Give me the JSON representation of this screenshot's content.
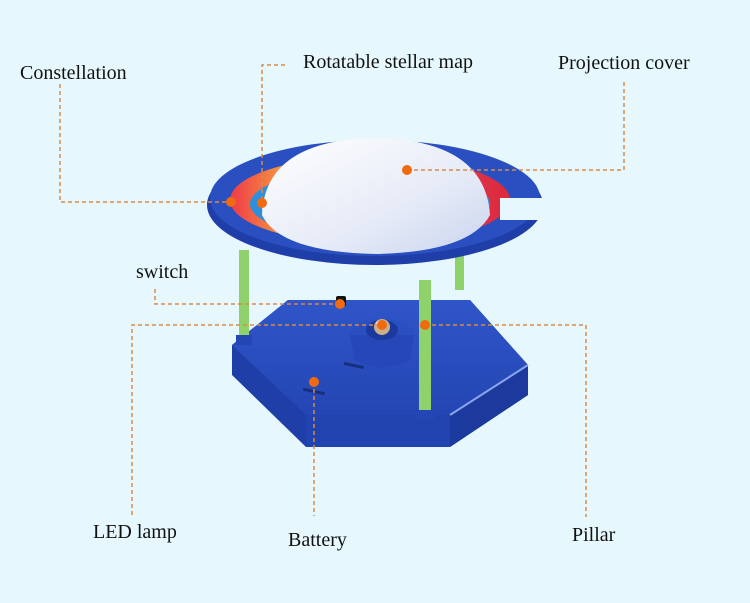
{
  "diagram": {
    "subject": "Star projector toy",
    "colors": {
      "background": "#e6f8fd",
      "leader_line": "#d98a4a",
      "dot": "#f26a10",
      "body_blue": "#2a4fc0",
      "pillar_green": "#8fd16a",
      "dome_white": "#eef2fb"
    },
    "labels": {
      "constellation": "Constellation",
      "rotatable_map": "Rotatable stellar map",
      "projection_cover": "Projection cover",
      "switch": "switch",
      "led_lamp": "LED lamp",
      "battery": "Battery",
      "pillar": "Pillar"
    }
  }
}
